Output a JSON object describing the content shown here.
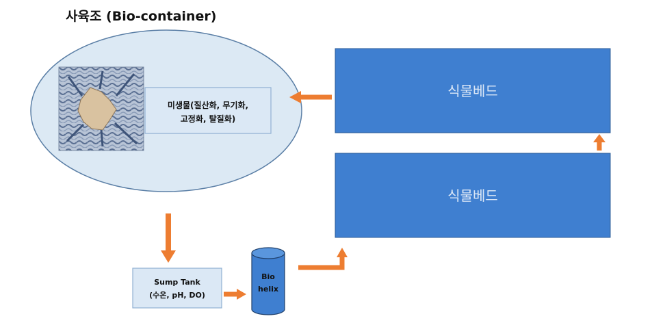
{
  "title": "사육조 (Bio-container)",
  "microbe_box": {
    "line1": "미생물(질산화, 무기화,",
    "line2": "고정화, 탈질화)"
  },
  "plant_bed_top": {
    "label": "식물베드"
  },
  "plant_bed_bottom": {
    "label": "식물베드"
  },
  "sump_tank": {
    "line1": "Sump Tank",
    "line2": "(수온, pH, DO)"
  },
  "bio_helix": {
    "line1": "Bio",
    "line2": "helix"
  },
  "colors": {
    "ellipse_fill": "#dce9f4",
    "ellipse_stroke": "#5b7fa6",
    "box_fill": "#dbe8f5",
    "box_stroke": "#8fb0d2",
    "bed_fill": "#3f7fd0",
    "bed_stroke": "#2e5d97",
    "bed_text": "#dde8f7",
    "cylinder_fill": "#3f7fd0",
    "cylinder_stroke": "#1f3f6a",
    "arrow": "#ed7d31"
  }
}
